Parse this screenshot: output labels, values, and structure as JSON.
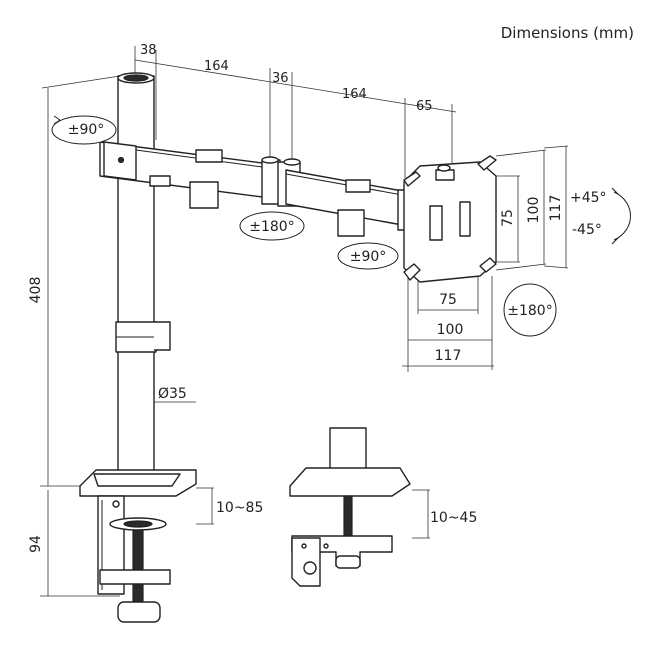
{
  "header": {
    "title": "Dimensions (mm)"
  },
  "dimensions": {
    "arm_top_38": "38",
    "arm_segment_1": "164",
    "arm_joint_36": "36",
    "arm_segment_2": "164",
    "vesa_offset_65": "65",
    "total_height": "408",
    "clamp_height": "94",
    "pole_diameter": "Ø35",
    "clamp_range": "10~85",
    "grommet_range": "10~45",
    "vesa_h_75": "75",
    "vesa_h_100": "100",
    "vesa_h_117": "117",
    "vesa_v_75": "75",
    "vesa_v_100": "100",
    "vesa_v_117": "117"
  },
  "rotations": {
    "pole_swivel": "±90°",
    "elbow_swivel": "±180°",
    "head_swivel": "±90°",
    "tilt_up": "+45°",
    "tilt_down": "-45°",
    "plate_rotation": "±180°"
  }
}
